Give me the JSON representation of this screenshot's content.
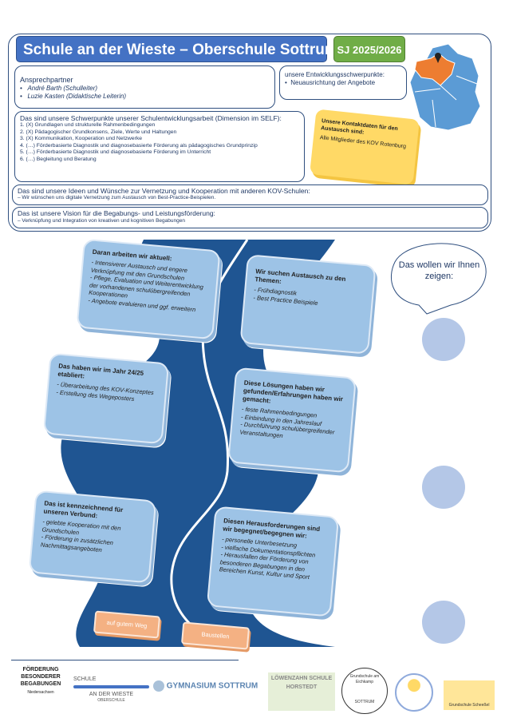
{
  "header": {
    "title": "Schule an der Wieste – Oberschule Sottrum",
    "school_year": "SJ 2025/2026"
  },
  "contacts": {
    "heading": "Ansprechpartner",
    "people": [
      "André Barth (Schulleiter)",
      "Luzie Kasten (Didaktische Leiterin)"
    ]
  },
  "development": {
    "heading": "unsere Entwicklungsschwerpunkte:",
    "items": [
      "Neuausrichtung der Angebote"
    ]
  },
  "focus": {
    "heading": "Das sind unsere Schwerpunkte unserer Schulentwicklungsarbeit (Dimension im SELF):",
    "items": [
      "1.  (X) Grundlagen und strukturelle Rahmenbedingungen",
      "2.  (X) Pädagogischer Grundkonsens, Ziele, Werte und Haltungen",
      "3.  (X) Kommunikation, Kooperation und Netzwerke",
      "4.  (…) Förderbasierte Diagnostik und diagnosebasierte Förderung als pädagogisches Grundprinzip",
      "5.  (…) Förderbasierte Diagnostik und diagnosebasierte Förderung im Unterricht",
      "6.  (…) Begleitung und Beratung"
    ]
  },
  "contact_card": {
    "heading": "Unsere Kontaktdaten für den Austausch sind:",
    "text": "Alle Mitglieder des KOV Rotenburg"
  },
  "ideas": {
    "heading": "Das sind unsere Ideen und Wünsche zur Vernetzung und Kooperation mit anderen KOV-Schulen:",
    "text": "–  Wir wünschen uns digitale Vernetzung zum Austausch von Best-Practice-Beispielen."
  },
  "vision": {
    "heading": "Das ist unsere Vision für die Begabungs- und Leistungsförderung:",
    "text": "–  Verknüpfung und Integration von kreativen und kognitiven Begabungen"
  },
  "cards": [
    {
      "heading": "Daran arbeiten wir aktuell:",
      "lines": [
        "- Intensiverer Austausch und engere Verknüpfung mit den Grundschulen",
        "- Pflege, Evaluation und Weiterentwicklung der vorhandenen schulübergreifenden Kooperationen",
        "- Angebote evaluieren und ggf. erweitern"
      ]
    },
    {
      "heading": "Wir suchen Austausch zu den Themen:",
      "lines": [
        "- Frühdiagnostik",
        "- Best Practice Beispiele"
      ]
    },
    {
      "heading": "Das haben wir im Jahr 24/25 etabliert:",
      "lines": [
        "- Überarbeitung des KOV-Konzeptes",
        "- Erstellung des Wegeposters"
      ]
    },
    {
      "heading": "Diese Lösungen haben wir gefunden/Erfahrungen haben wir gemacht:",
      "lines": [
        "- feste Rahmenbedingungen",
        "- Einbindung in den Jahreslauf",
        "- Durchführung schulübergreifender Veranstaltungen"
      ]
    },
    {
      "heading": "Das  ist kennzeichnend für unseren Verbund:",
      "lines": [
        "- gelebte Kooperation mit den Grundschulen",
        "- Förderung in zusätzlichen Nachmittagsangeboten"
      ]
    },
    {
      "heading": "Diesen Herausforderungen sind wir begegnet/begegnen wir:",
      "lines": [
        "- personelle Unterbesetzung",
        "- vielfache Dokumentationspflichten",
        "- Herausfallen der Förderung von besonderen Begabungen in den Bereichen Kunst, Kultur und Sport"
      ]
    }
  ],
  "buttons": {
    "good_way": "auf gutem Weg",
    "construction": "Baustellen"
  },
  "bubble": "Das wollen wir Ihnen zeigen:",
  "logos": {
    "foerderung": "FÖRDERUNG BESONDERER BEGABUNGEN",
    "niedersachsen": "Niedersachsen",
    "wieste_top": "SCHULE",
    "wieste_bottom": "AN DER WIESTE",
    "wieste_sub": "OBERSCHULE",
    "gymnasium": "GYMNASIUM SOTTRUM",
    "loewenzahn": "LÖWENZAHN SCHULE HORSTEDT",
    "eichkamp": "Grundschule am Eichkamp",
    "sottrum": "SOTTRUM",
    "scheessel": "Grundschule Scheeßel"
  },
  "colors": {
    "title": "#4472c4",
    "year": "#70ad47",
    "road": "#1f5592",
    "card": "#9dc3e6",
    "accent": "#f4b183",
    "highlight": "#ed7d31"
  }
}
